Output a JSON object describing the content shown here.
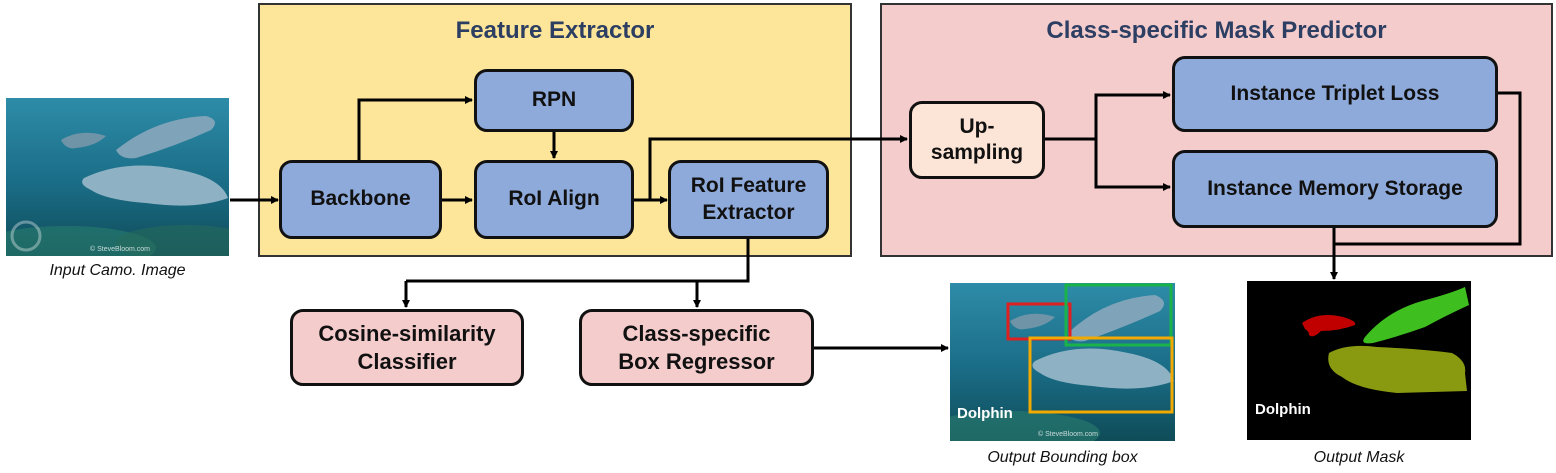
{
  "feature_extractor": {
    "title": "Feature Extractor",
    "rpn": "RPN",
    "backbone": "Backbone",
    "roi_align": "RoI Align",
    "roi_feature_extractor": "RoI Feature Extractor"
  },
  "mask_predictor": {
    "title": "Class-specific Mask Predictor",
    "upsampling": "Up-sampling",
    "triplet_loss": "Instance Triplet Loss",
    "memory_storage": "Instance Memory Storage"
  },
  "heads": {
    "classifier": "Cosine-similarity Classifier",
    "regressor": "Class-specific Box Regressor"
  },
  "images": {
    "input_caption": "Input Camo. Image",
    "bbox_caption": "Output Bounding box",
    "mask_caption": "Output Mask",
    "bbox_label": "Dolphin",
    "mask_label": "Dolphin",
    "watermark": "© SteveBloom.com"
  },
  "colors": {
    "feature_bg": "#fde699",
    "mask_bg": "#f4cccc",
    "module_blue": "#8eaadb",
    "box_red": "#e02020",
    "box_green": "#19b34a",
    "box_orange": "#f2a900",
    "mask_red": "#c00000",
    "mask_green": "#3fbf1f",
    "mask_olive": "#8a9a10"
  }
}
